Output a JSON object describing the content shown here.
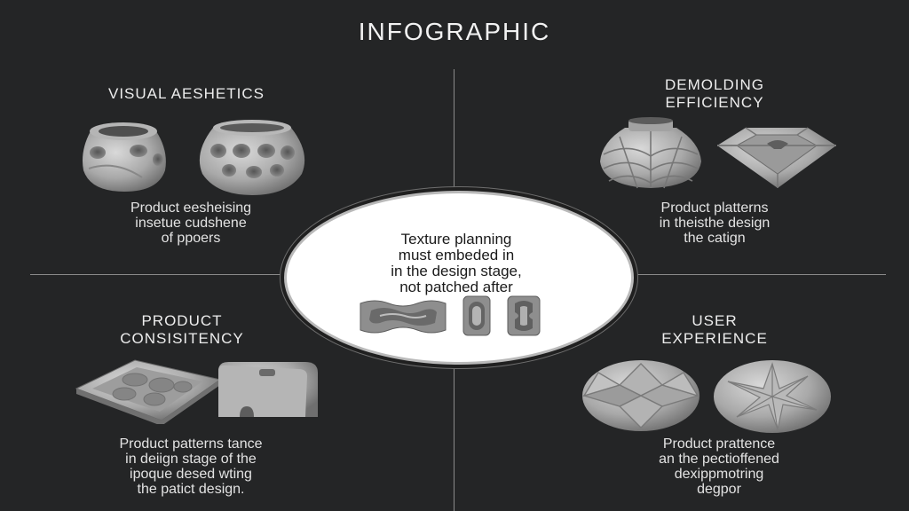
{
  "title": "INFOGRAPHIC",
  "center": {
    "lines": [
      "Texture planning",
      "must embeded in",
      "in the design stage,",
      "not patched after"
    ],
    "icons": [
      "wavy-mold-icon",
      "capsule-mold-icon",
      "notched-mold-icon"
    ]
  },
  "quadrants": {
    "top_left": {
      "heading": [
        "VISUAL AESHETICS"
      ],
      "caption": [
        "Product eesheising",
        "insetue cudshene",
        "of ppoers"
      ],
      "icons": [
        "perforated-vase-icon",
        "bubble-vase-icon"
      ]
    },
    "top_right": {
      "heading": [
        "DEMOLDING",
        "EFFICIENCY"
      ],
      "caption": [
        "Product platterns",
        "in theisthe design",
        "the catign"
      ],
      "icons": [
        "lattice-vase-icon",
        "faceted-tray-icon"
      ]
    },
    "bottom_left": {
      "heading": [
        "PRODUCT",
        "CONSISITENCY"
      ],
      "caption": [
        "Product patterns tance",
        "in deiign stage of the",
        "ipoque desed wting",
        "the patict design."
      ],
      "icons": [
        "textured-tile-icon",
        "cube-block-icon"
      ]
    },
    "bottom_right": {
      "heading": [
        "USER",
        "EXPERIENCE"
      ],
      "caption": [
        "Product prattence",
        "an the pectioffened",
        "dexippmotring",
        "degpor"
      ],
      "icons": [
        "geometric-sphere-icon",
        "star-sphere-icon"
      ]
    }
  },
  "colors": {
    "background": "#242526",
    "circle": "#ffffff",
    "divider": "#8a8a8a"
  }
}
